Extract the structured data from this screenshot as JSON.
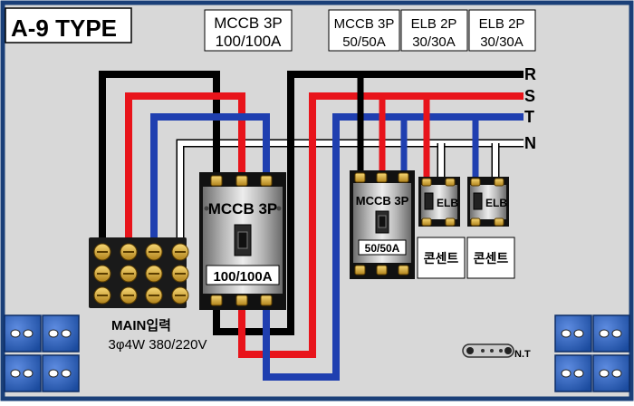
{
  "title": "A-9 TYPE",
  "top_labels": [
    {
      "line1": "MCCB 3P",
      "line2": "100/100A"
    },
    {
      "line1": "MCCB 3P",
      "line2": "50/50A"
    },
    {
      "line1": "ELB 2P",
      "line2": "30/30A"
    },
    {
      "line1": "ELB 2P",
      "line2": "30/30A"
    }
  ],
  "bus_labels": {
    "r": "R",
    "s": "S",
    "t": "T",
    "n": "N"
  },
  "main_breaker": {
    "title": "MCCB 3P",
    "rating": "100/100A"
  },
  "branch_breaker": {
    "title": "MCCB 3P",
    "rating": "50/50A"
  },
  "elb1": {
    "label": "ELB",
    "outlet": "콘센트"
  },
  "elb2": {
    "label": "ELB",
    "outlet": "콘센트"
  },
  "main_input": {
    "line1": "MAIN입력",
    "line2": "3φ4W 380/220V"
  },
  "neutral_terminal": "N.T",
  "colors": {
    "r": "#000000",
    "s": "#e8141b",
    "t": "#1f3fb0",
    "n": "#ffffff",
    "panel": "#d8d8d8",
    "frame": "#1a3f78"
  }
}
